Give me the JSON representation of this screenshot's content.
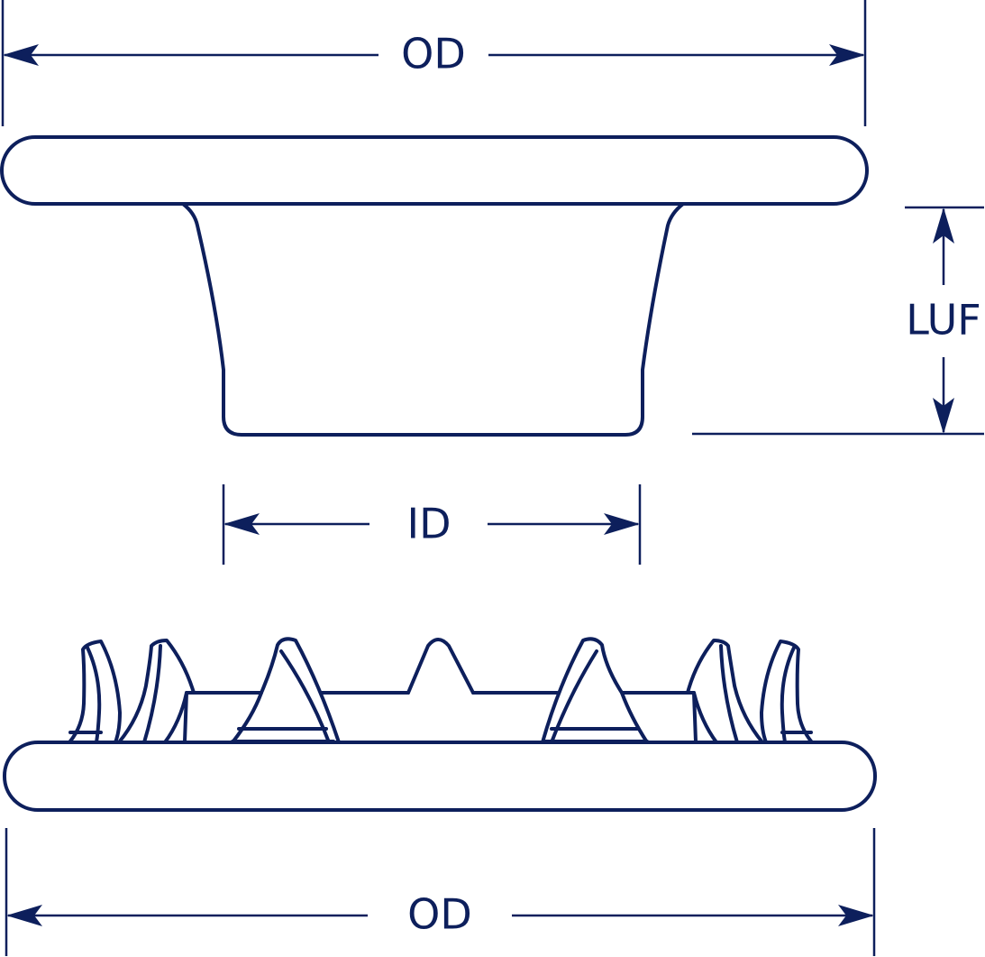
{
  "colors": {
    "ink": "#0d1f5c",
    "background": "#ffffff"
  },
  "labels": {
    "od_top": "OD",
    "luf": "LUF",
    "id": "ID",
    "od_bottom": "OD"
  }
}
